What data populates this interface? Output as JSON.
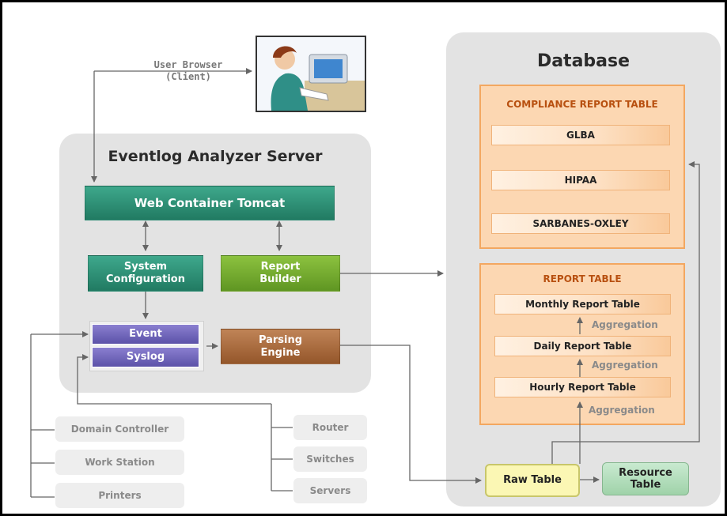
{
  "client": {
    "label_line1": "User Browser",
    "label_line2": "(Client)"
  },
  "server": {
    "title": "Eventlog Analyzer Server",
    "web_container": "Web Container Tomcat",
    "system_config": "System\nConfiguration",
    "report_builder": "Report\nBuilder",
    "event": "Event",
    "syslog": "Syslog",
    "parsing_engine": "Parsing\nEngine"
  },
  "devices": {
    "left": [
      "Domain Controller",
      "Work Station",
      "Printers"
    ],
    "right": [
      "Router",
      "Switches",
      "Servers"
    ]
  },
  "database": {
    "title": "Database",
    "compliance_title": "COMPLIANCE REPORT TABLE",
    "compliance_items": [
      "GLBA",
      "HIPAA",
      "SARBANES-OXLEY"
    ],
    "report_title": "REPORT TABLE",
    "report_items": [
      "Monthly Report Table",
      "Daily Report Table",
      "Hourly Report Table"
    ],
    "aggregation_label": "Aggregation",
    "raw_table": "Raw Table",
    "resource_table": "Resource\nTable"
  },
  "colors": {
    "connector": "#666666",
    "compliance_border": "#f3a760",
    "title_orange": "#b85010",
    "teal": "#217a62",
    "green": "#5f9622",
    "purple": "#5c52a8",
    "brown": "#94562a"
  }
}
